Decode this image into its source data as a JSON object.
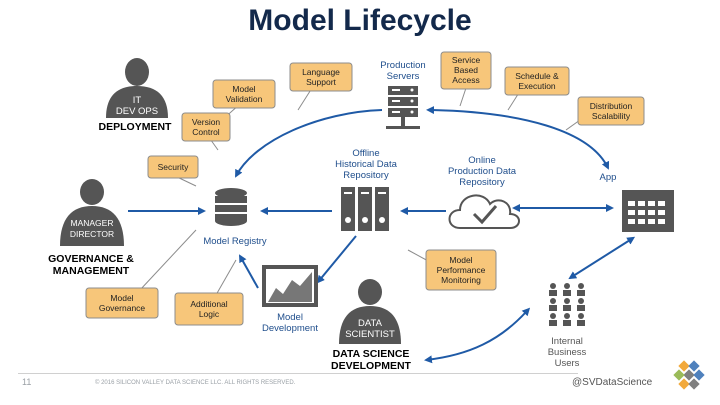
{
  "title": "Model Lifecycle",
  "nodes": {
    "production_servers": "Production\nServers",
    "offline_repo": "Offline\nHistorical Data\nRepository",
    "online_repo": "Online\nProduction Data\nRepository",
    "app": "App",
    "model_registry": "Model Registry",
    "model_development": "Model\nDevelopment",
    "internal_users": "Internal\nBusiness\nUsers"
  },
  "people": {
    "it_devops": "IT\nDEV OPS",
    "manager": "MANAGER\nDIRECTOR",
    "data_scientist": "DATA\nSCIENTIST"
  },
  "roles": {
    "deployment": "DEPLOYMENT",
    "governance": "GOVERNANCE &\nMANAGEMENT",
    "data_science": "DATA SCIENCE\nDEVELOPMENT"
  },
  "callouts": {
    "model_validation": "Model\nValidation",
    "language_support": "Language\nSupport",
    "service_access": "Service\nBased\nAccess",
    "schedule": "Schedule &\nExecution",
    "distribution": "Distribution\nScalability",
    "version_control": "Version\nControl",
    "security": "Security",
    "model_performance": "Model\nPerformance\nMonitoring",
    "model_governance": "Model\nGovernance",
    "additional_logic": "Additional\nLogic"
  },
  "footer": {
    "page": "11",
    "copyright": "© 2016 SILICON VALLEY DATA SCIENCE LLC. ALL RIGHTS RESERVED.",
    "handle": "@SVDataScience"
  },
  "colors": {
    "title": "#13294b",
    "arrow": "#1f5aa6",
    "callout_fill": "#f7c67a",
    "callout_stroke": "#8c8c8c",
    "icon": "#555555",
    "label": "#1f4e8c"
  }
}
